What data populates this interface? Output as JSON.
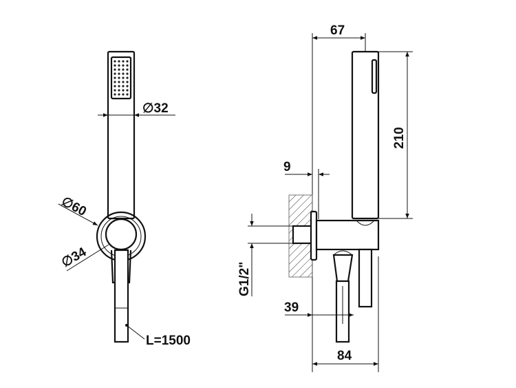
{
  "front_view": {
    "diameter_handshower": "∅32",
    "diameter_ring": "∅60",
    "diameter_holder": "∅34",
    "hose_length": "L=1500"
  },
  "side_view": {
    "projection_top": "67",
    "handshower_length": "210",
    "flange_thickness": "9",
    "connection_thread": "G1/2\"",
    "hose_outlet_offset": "39",
    "total_projection": "84"
  }
}
